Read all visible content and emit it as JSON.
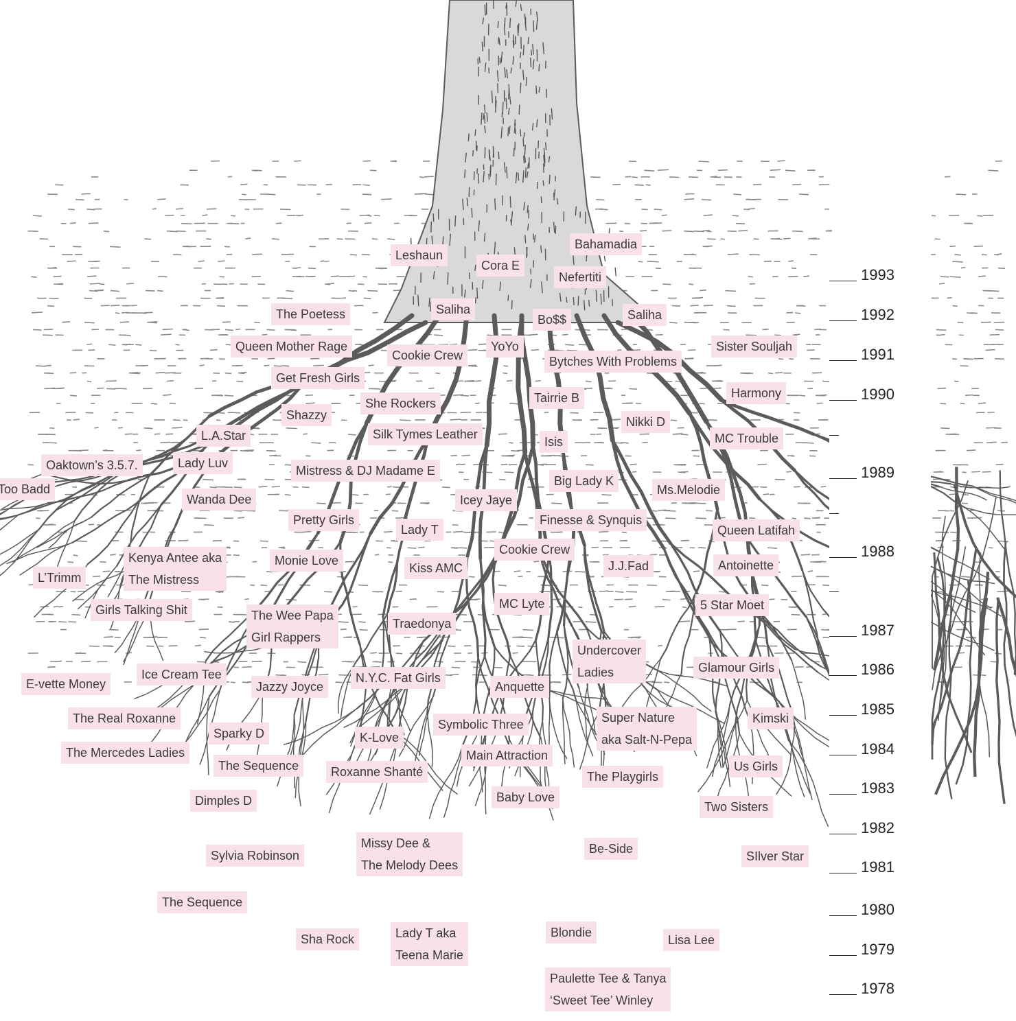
{
  "colors": {
    "label_bg": "#f8e1e8",
    "root_stroke": "#5b5b5b",
    "ground_dash": "#8a8a8a",
    "text": "#3a3a3a"
  },
  "timeline": {
    "years": [
      "1993",
      "1992",
      "1991",
      "1990",
      "1989",
      "1988",
      "1987",
      "1986",
      "1985",
      "1984",
      "1983",
      "1982",
      "1981",
      "1980",
      "1979",
      "1978"
    ],
    "half_tick_marker": "--"
  },
  "labels": [
    {
      "id": "bahamadia",
      "text": "Bahamadia"
    },
    {
      "id": "leshaun",
      "text": "Leshaun"
    },
    {
      "id": "cora-e",
      "text": "Cora E"
    },
    {
      "id": "nefertiti",
      "text": "Nefertiti"
    },
    {
      "id": "the-poetess",
      "text": "The Poetess"
    },
    {
      "id": "saliha-left",
      "text": "Saliha"
    },
    {
      "id": "boss",
      "text": "Bo$$"
    },
    {
      "id": "saliha-right",
      "text": "Saliha"
    },
    {
      "id": "queen-mother-rage",
      "text": "Queen Mother Rage"
    },
    {
      "id": "yoyo",
      "text": "YoYo"
    },
    {
      "id": "cookie-crew-top",
      "text": "Cookie Crew"
    },
    {
      "id": "sister-souljah",
      "text": "Sister Souljah"
    },
    {
      "id": "bytches-with-problems",
      "text": "Bytches With Problems"
    },
    {
      "id": "get-fresh-girls",
      "text": "Get Fresh Girls"
    },
    {
      "id": "harmony",
      "text": "Harmony"
    },
    {
      "id": "tairrie-b",
      "text": "Tairrie B"
    },
    {
      "id": "she-rockers",
      "text": "She Rockers"
    },
    {
      "id": "shazzy",
      "text": "Shazzy"
    },
    {
      "id": "nikki-d",
      "text": "Nikki D"
    },
    {
      "id": "la-star",
      "text": "L.A.Star"
    },
    {
      "id": "silk-tymes-leather",
      "text": "Silk Tymes Leather"
    },
    {
      "id": "isis",
      "text": "Isis"
    },
    {
      "id": "mc-trouble",
      "text": "MC Trouble"
    },
    {
      "id": "oaktowns-357",
      "text": "Oaktown’s 3.5.7."
    },
    {
      "id": "lady-luv",
      "text": "Lady Luv"
    },
    {
      "id": "mistress-dj-madame-e",
      "text": "Mistress & DJ Madame E"
    },
    {
      "id": "too-badd",
      "text": "Too Badd"
    },
    {
      "id": "big-lady-k",
      "text": "Big Lady K"
    },
    {
      "id": "ms-melodie",
      "text": "Ms.Melodie"
    },
    {
      "id": "wanda-dee",
      "text": "Wanda Dee"
    },
    {
      "id": "icey-jaye",
      "text": "Icey Jaye"
    },
    {
      "id": "pretty-girls",
      "text": "Pretty Girls"
    },
    {
      "id": "finesse-synquis",
      "text": "Finesse & Synquis"
    },
    {
      "id": "lady-t",
      "text": "Lady T"
    },
    {
      "id": "queen-latifah",
      "text": "Queen Latifah"
    },
    {
      "id": "cookie-crew-mid",
      "text": "Cookie Crew"
    },
    {
      "id": "kenya-antee",
      "lines": [
        "Kenya Antee aka",
        "The Mistress"
      ]
    },
    {
      "id": "monie-love",
      "text": "Monie Love"
    },
    {
      "id": "kiss-amc",
      "text": "Kiss AMC"
    },
    {
      "id": "jj-fad",
      "text": "J.J.Fad"
    },
    {
      "id": "antoinette",
      "text": "Antoinette"
    },
    {
      "id": "ltrimm",
      "text": "L’Trimm"
    },
    {
      "id": "mc-lyte",
      "text": "MC Lyte"
    },
    {
      "id": "five-star-moet",
      "text": "5 Star Moet"
    },
    {
      "id": "girls-talking-shit",
      "text": "Girls Talking Shit"
    },
    {
      "id": "wee-papa-girl-rappers",
      "lines": [
        "The Wee Papa",
        "Girl Rappers"
      ]
    },
    {
      "id": "traedonya",
      "text": "Traedonya"
    },
    {
      "id": "undercover-ladies",
      "lines": [
        "Undercover",
        "Ladies"
      ]
    },
    {
      "id": "glamour-girls",
      "text": "Glamour Girls"
    },
    {
      "id": "ice-cream-tee",
      "text": "Ice Cream Tee"
    },
    {
      "id": "nyc-fat-girls",
      "text": "N.Y.C. Fat Girls"
    },
    {
      "id": "evette-money",
      "text": "E-vette Money"
    },
    {
      "id": "jazzy-joyce",
      "text": "Jazzy Joyce"
    },
    {
      "id": "anquette",
      "text": "Anquette"
    },
    {
      "id": "the-real-roxanne",
      "text": "The Real Roxanne"
    },
    {
      "id": "symbolic-three",
      "text": "Symbolic Three"
    },
    {
      "id": "super-nature",
      "lines": [
        "Super Nature",
        "aka Salt-N-Pepa"
      ]
    },
    {
      "id": "kimski",
      "text": "Kimski"
    },
    {
      "id": "sparky-d",
      "text": "Sparky D"
    },
    {
      "id": "k-love",
      "text": "K-Love"
    },
    {
      "id": "the-mercedes-ladies",
      "text": "The Mercedes Ladies"
    },
    {
      "id": "main-attraction",
      "text": "Main Attraction"
    },
    {
      "id": "the-sequence-top",
      "text": "The Sequence"
    },
    {
      "id": "us-girls",
      "text": "Us Girls"
    },
    {
      "id": "roxanne-shante",
      "text": "Roxanne Shanté"
    },
    {
      "id": "the-playgirls",
      "text": "The Playgirls"
    },
    {
      "id": "dimples-d",
      "text": "Dimples D"
    },
    {
      "id": "baby-love",
      "text": "Baby Love"
    },
    {
      "id": "two-sisters",
      "text": "Two Sisters"
    },
    {
      "id": "missy-dee",
      "lines": [
        "Missy Dee &",
        "The Melody Dees"
      ]
    },
    {
      "id": "be-side",
      "text": "Be-Side"
    },
    {
      "id": "sylvia-robinson",
      "text": "Sylvia Robinson"
    },
    {
      "id": "silver-star",
      "text": "SIlver Star"
    },
    {
      "id": "the-sequence-bottom",
      "text": "The Sequence"
    },
    {
      "id": "sha-rock",
      "text": "Sha Rock"
    },
    {
      "id": "lady-t-teena-marie",
      "lines": [
        "Lady T aka",
        "Teena Marie"
      ]
    },
    {
      "id": "blondie",
      "text": "Blondie"
    },
    {
      "id": "lisa-lee",
      "text": "Lisa Lee"
    },
    {
      "id": "paulette-tee",
      "lines": [
        "Paulette Tee & Tanya",
        "‘Sweet Tee’ Winley"
      ]
    }
  ]
}
